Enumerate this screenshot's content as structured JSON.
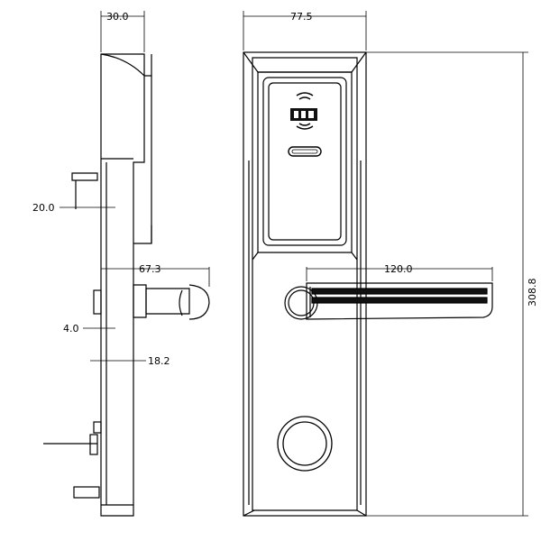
{
  "colors": {
    "stroke": "#000000",
    "background": "#ffffff",
    "fill_dark": "#111111"
  },
  "dimensions": {
    "side_width": "30.0",
    "front_width": "77.5",
    "total_height": "308.8",
    "handle_length": "120.0",
    "side_offset": "20.0",
    "handle_depth": "67.3",
    "thickness": "4.0",
    "spindle": "18.2"
  },
  "icons": [
    "rfid-wave-icon",
    "card-reader-logo-icon",
    "card-slot-icon",
    "key-cylinder-icon",
    "handle-rose-icon"
  ]
}
